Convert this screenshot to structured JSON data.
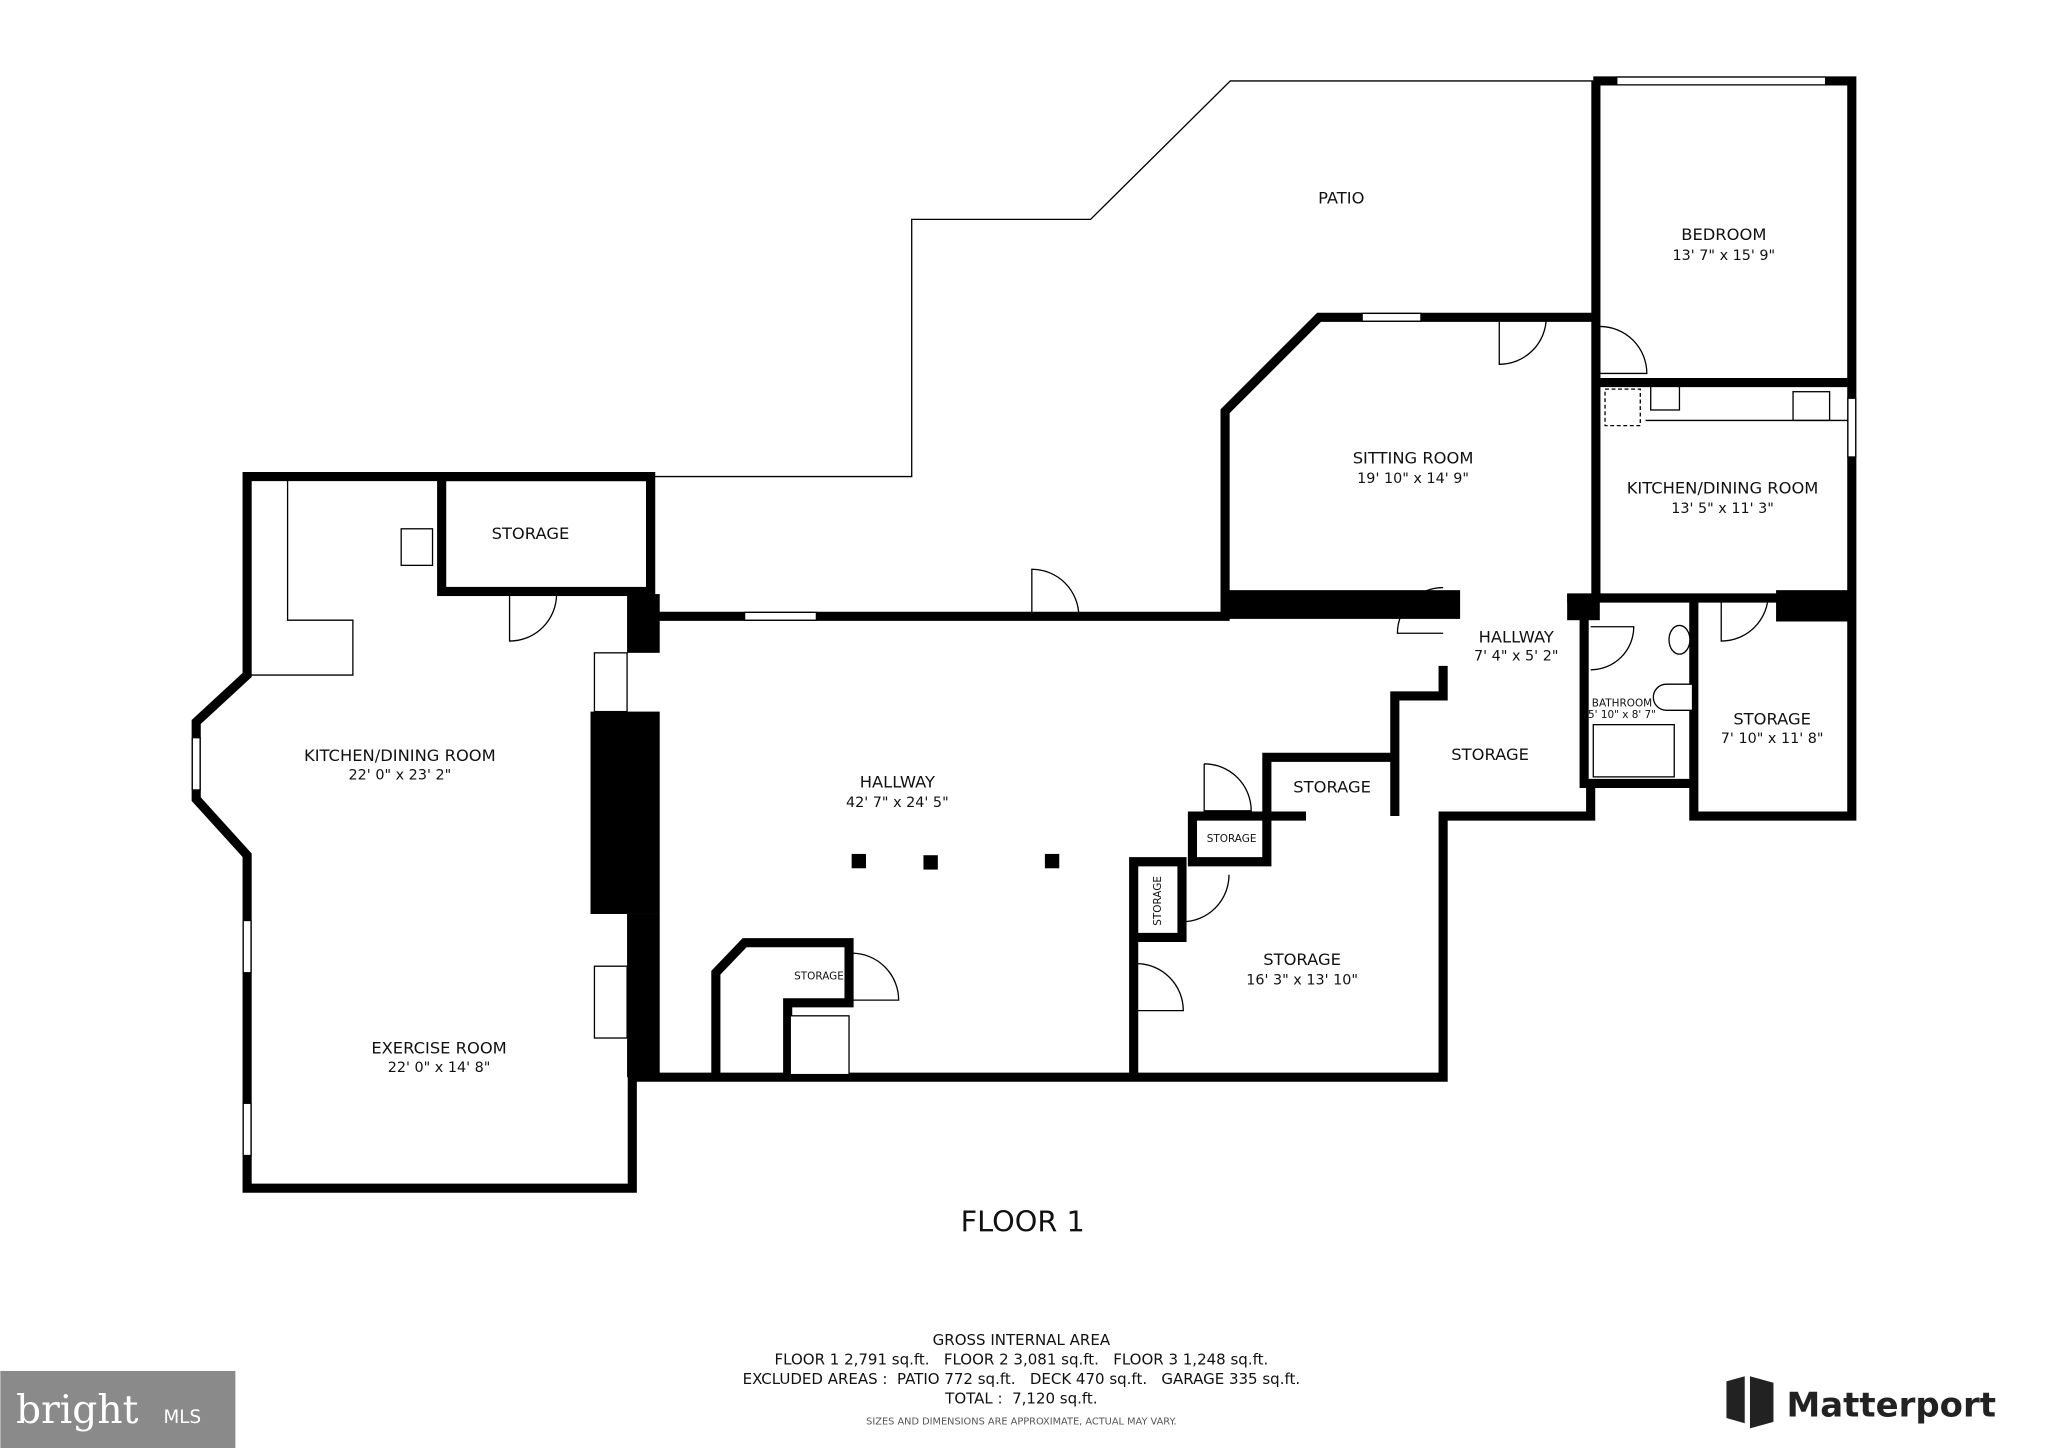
{
  "floor_label": "FLOOR 1",
  "rooms": [
    {
      "name": "PATIO",
      "dims": ""
    },
    {
      "name": "BEDROOM",
      "dims": "13' 7\" x 15' 9\""
    },
    {
      "name": "SITTING ROOM",
      "dims": "19' 10\" x 14' 9\""
    },
    {
      "name": "KITCHEN/DINING ROOM",
      "dims": "13' 5\" x 11' 3\""
    },
    {
      "name": "HALLWAY",
      "dims": "7' 4\" x 5' 2\""
    },
    {
      "name": "BATHROOM",
      "dims": "5' 10\" x 8' 7\""
    },
    {
      "name": "STORAGE",
      "dims": "7' 10\" x 11' 8\""
    },
    {
      "name": "STORAGE",
      "dims": ""
    },
    {
      "name": "STORAGE",
      "dims": ""
    },
    {
      "name": "STORAGE",
      "dims": ""
    },
    {
      "name": "STORAGE",
      "dims": ""
    },
    {
      "name": "STORAGE",
      "dims": "16' 3\" x 13' 10\""
    },
    {
      "name": "STORAGE",
      "dims": ""
    },
    {
      "name": "HALLWAY",
      "dims": "42' 7\" x 24' 5\""
    },
    {
      "name": "STORAGE",
      "dims": ""
    },
    {
      "name": "KITCHEN/DINING ROOM",
      "dims": "22' 0\" x 23' 2\""
    },
    {
      "name": "EXERCISE ROOM",
      "dims": "22' 0\" x 14' 8\""
    }
  ],
  "area_summary": {
    "heading": "GROSS INTERNAL AREA",
    "floors": "FLOOR 1 2,791 sq.ft.   FLOOR 2 3,081 sq.ft.   FLOOR 3 1,248 sq.ft.",
    "excluded": "EXCLUDED AREAS :  PATIO 772 sq.ft.   DECK 470 sq.ft.   GARAGE 335 sq.ft.",
    "total": "TOTAL :  7,120 sq.ft.",
    "disclaimer": "SIZES AND DIMENSIONS ARE APPROXIMATE, ACTUAL MAY VARY."
  },
  "logos": {
    "bright_mls": "bright MLS",
    "matterport": "Matterport",
    "bright_bg": "#8a8a8a"
  }
}
